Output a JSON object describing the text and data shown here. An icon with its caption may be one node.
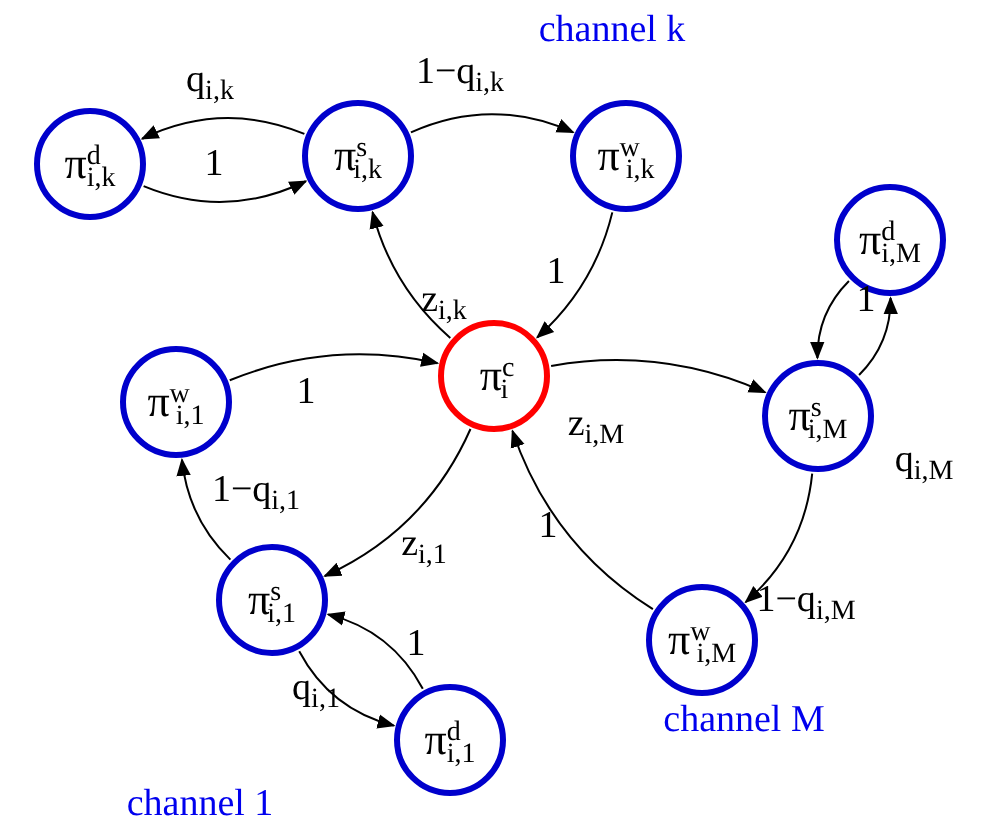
{
  "diagram": {
    "nodes": [
      {
        "text": [
          "π$^{d}$$_{i,k}$"
        ]
      },
      {
        "text": [
          "π$^{s}$$_{i,k}$"
        ]
      },
      {
        "text": [
          "π$^{w}$$_{i,k}$"
        ]
      },
      {
        "text": [
          "π$^{c}$$_{i}$"
        ]
      },
      {
        "text": [
          "π$^{w}$$_{i,1}$"
        ]
      },
      {
        "text": [
          "π$^{s}$$_{i,1}$"
        ]
      },
      {
        "text": [
          "π$^{d}$$_{i,1}$"
        ]
      },
      {
        "text": [
          "π$^{s}$$_{i,M}$"
        ]
      },
      {
        "text": [
          "π$^{d}$$_{i,M}$"
        ]
      },
      {
        "text": [
          "π$^{w}$$_{i,M}$"
        ]
      }
    ],
    "edges": [
      {
        "from": 1,
        "to": 0,
        "arrow": "to",
        "label": "q$_{i,k}$"
      },
      {
        "from": 0,
        "to": 1,
        "arrow": "to",
        "label": "1"
      },
      {
        "from": 1,
        "to": 2,
        "arrow": "to",
        "label": "1−q$_{i,k}$"
      },
      {
        "from": 2,
        "to": 3,
        "arrow": "to",
        "label": "1"
      },
      {
        "from": 3,
        "to": 1,
        "arrow": "to",
        "label": "z$_{i,k}$"
      },
      {
        "from": 4,
        "to": 3,
        "arrow": "to",
        "label": "1"
      },
      {
        "from": 3,
        "to": 5,
        "arrow": "to",
        "label": "z$_{i,1}$"
      },
      {
        "from": 5,
        "to": 4,
        "arrow": "to",
        "label": "1−q$_{i,1}$"
      },
      {
        "from": 5,
        "to": 6,
        "arrow": "to",
        "label": "q$_{i,1}$"
      },
      {
        "from": 6,
        "to": 5,
        "arrow": "to",
        "label": "1"
      },
      {
        "from": 3,
        "to": 7,
        "arrow": "to",
        "label": "z$_{i,M}$"
      },
      {
        "from": 7,
        "to": 8,
        "arrow": "to",
        "label": "q$_{i,M}$"
      },
      {
        "from": 8,
        "to": 7,
        "arrow": "to",
        "label": "1"
      },
      {
        "from": 7,
        "to": 9,
        "arrow": "to",
        "label": "1−q$_{i,M}$"
      },
      {
        "from": 9,
        "to": 3,
        "arrow": "to",
        "label": "1"
      }
    ],
    "labels": [
      "channel k",
      "channel 1",
      "channel M"
    ]
  }
}
